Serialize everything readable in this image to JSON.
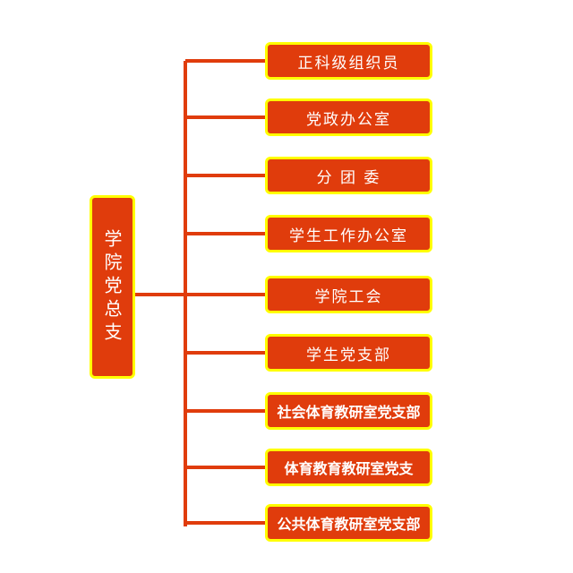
{
  "root": {
    "label": "学院党总支"
  },
  "children": [
    {
      "label": "正科级组织员"
    },
    {
      "label": "党政办公室"
    },
    {
      "label": "分 团 委"
    },
    {
      "label": "学生工作办公室"
    },
    {
      "label": "学院工会"
    },
    {
      "label": "学生党支部"
    },
    {
      "label": "社会体育教研室党支部"
    },
    {
      "label": "体育教育教研室党支"
    },
    {
      "label": "公共体育教研室党支部"
    }
  ],
  "colors": {
    "box_fill": "#e03c0c",
    "box_border": "#ffff00",
    "line": "#e03c0c",
    "text": "#ffffff"
  }
}
